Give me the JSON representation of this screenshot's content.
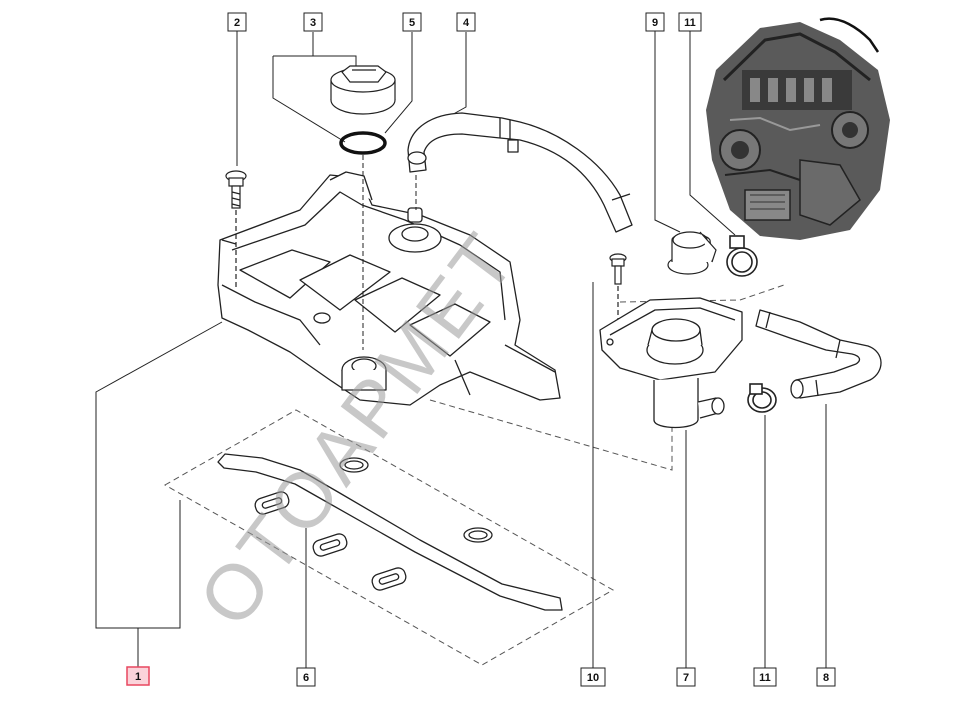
{
  "watermark": "OTOAPMET",
  "callouts": [
    {
      "id": "c1",
      "label": "1",
      "highlight": true
    },
    {
      "id": "c2",
      "label": "2"
    },
    {
      "id": "c3",
      "label": "3"
    },
    {
      "id": "c4",
      "label": "4"
    },
    {
      "id": "c5",
      "label": "5"
    },
    {
      "id": "c6",
      "label": "6"
    },
    {
      "id": "c7",
      "label": "7"
    },
    {
      "id": "c8",
      "label": "8"
    },
    {
      "id": "c9",
      "label": "9"
    },
    {
      "id": "c10",
      "label": "10"
    },
    {
      "id": "c11a",
      "label": "11"
    },
    {
      "id": "c11b",
      "label": "11"
    }
  ],
  "colors": {
    "line": "#222222",
    "highlight": "#e8475f",
    "engine": "#3a3a3a"
  }
}
